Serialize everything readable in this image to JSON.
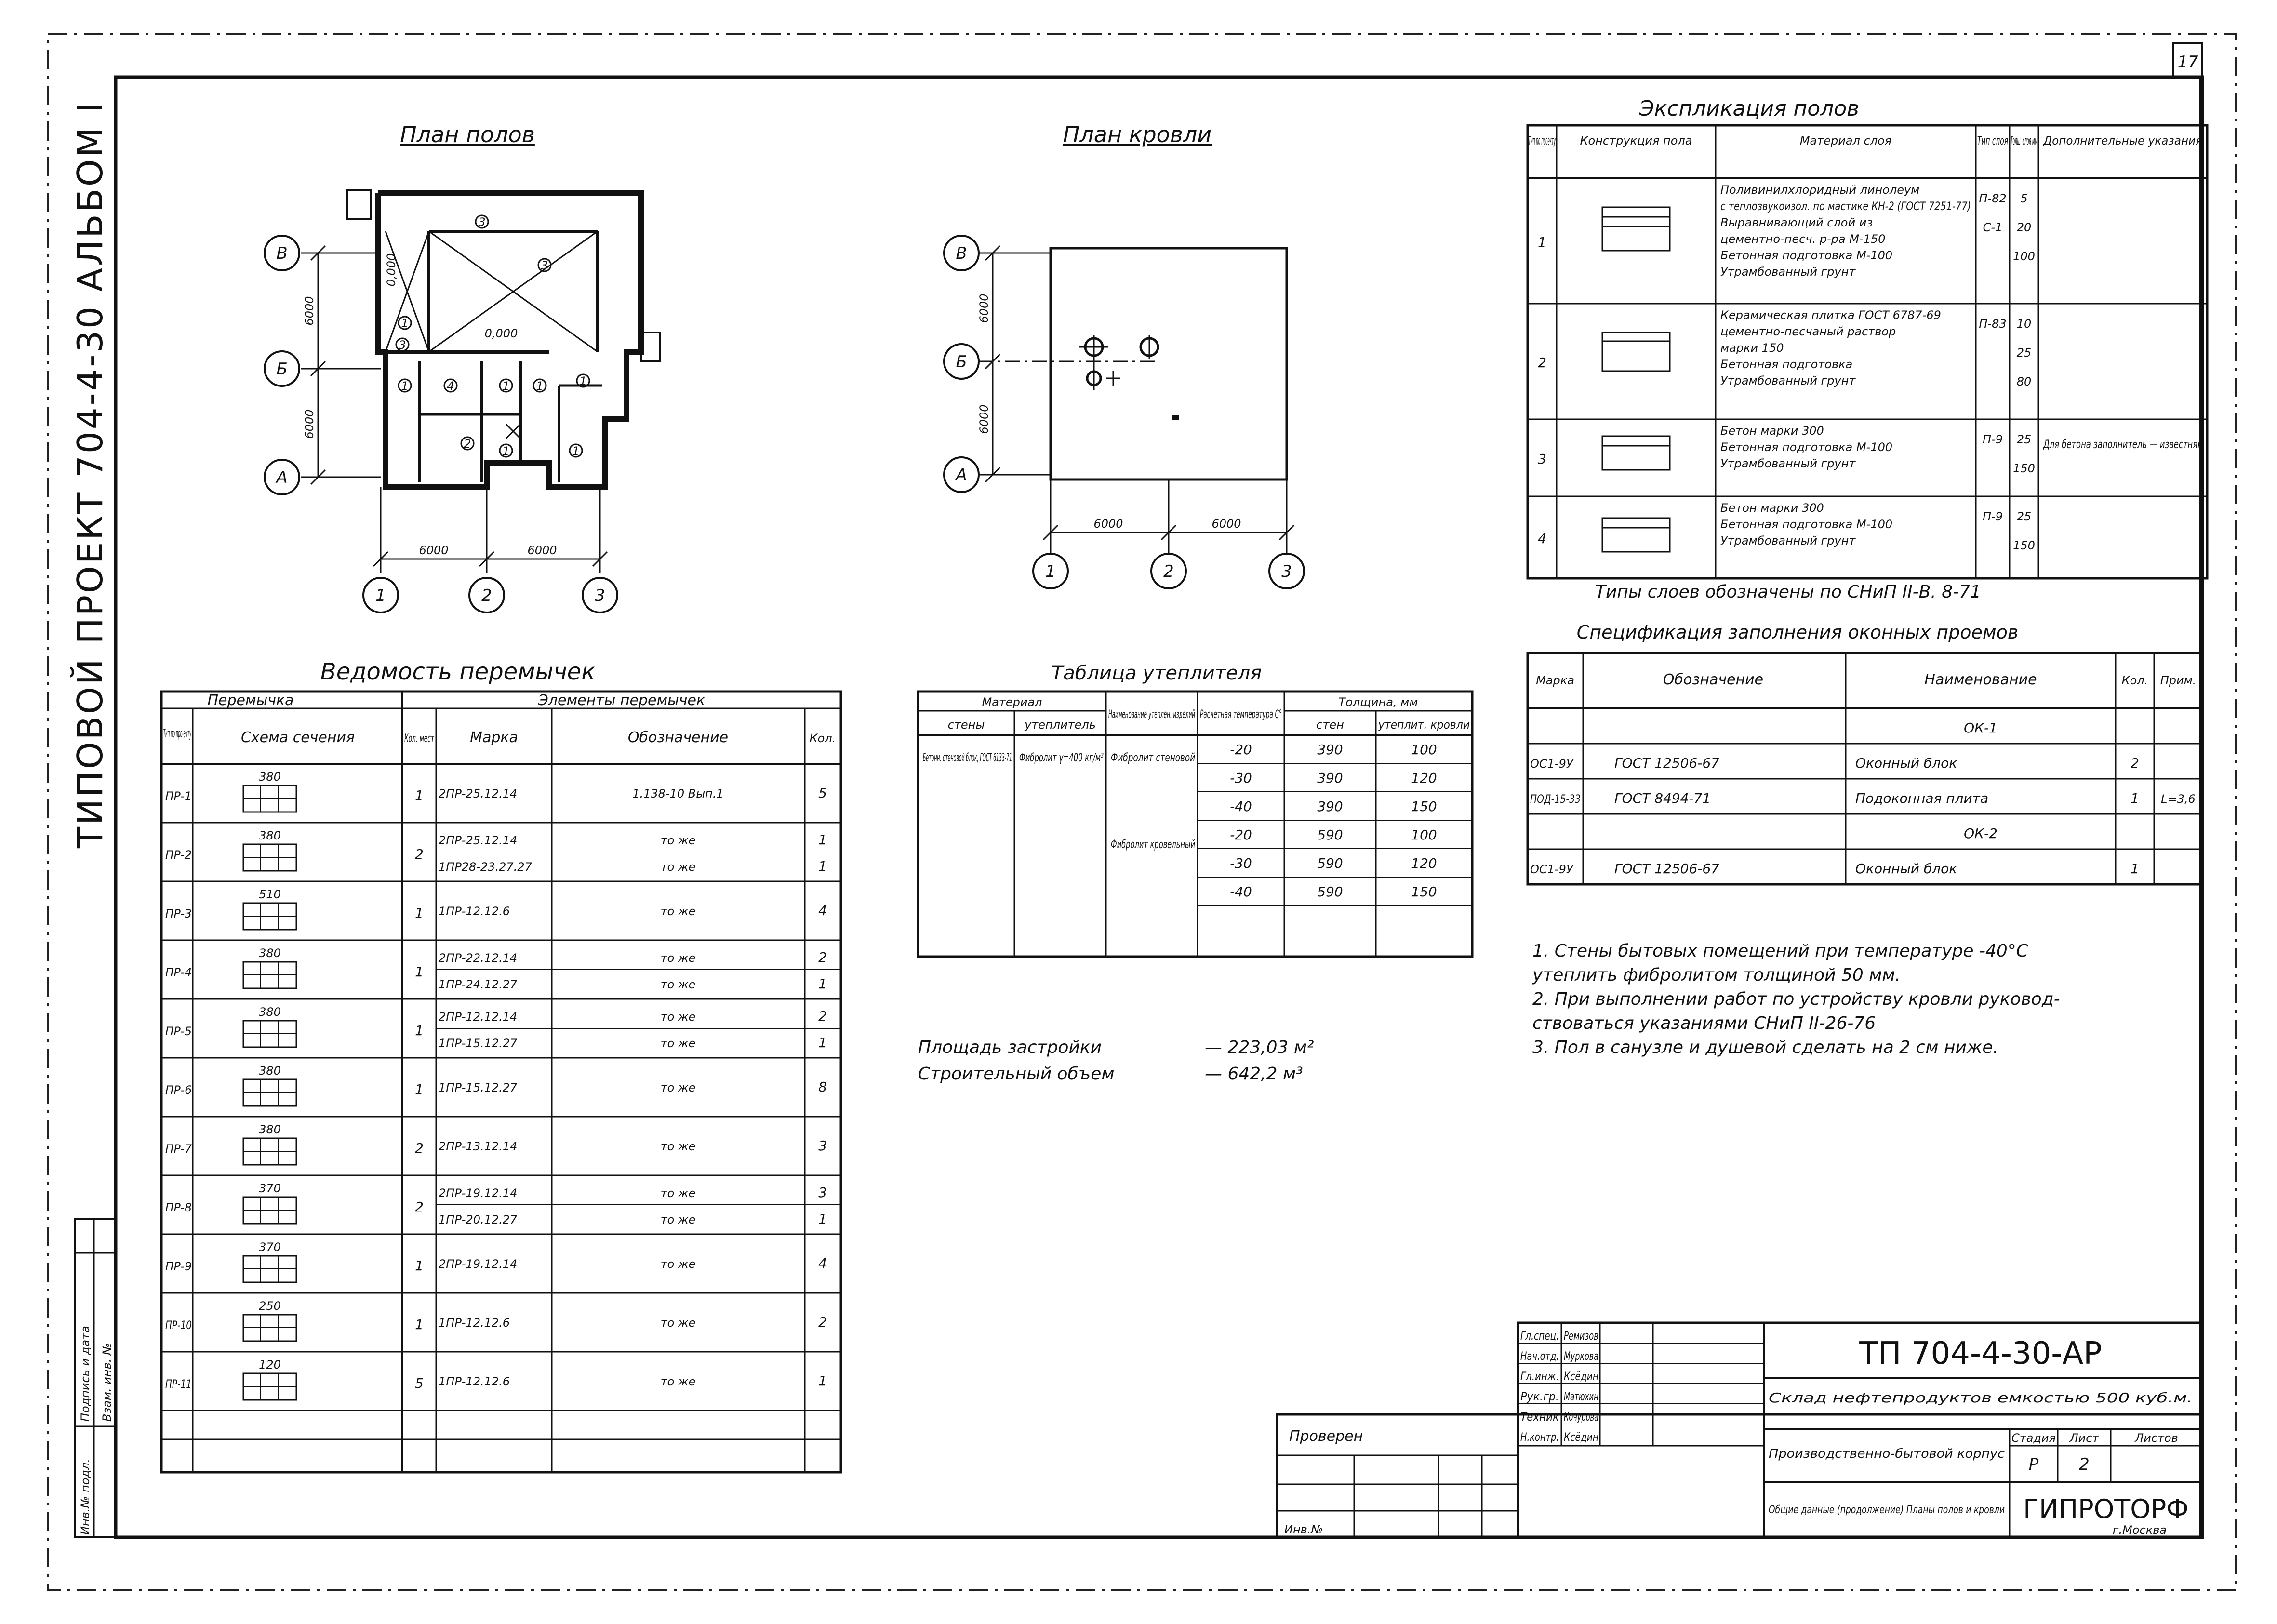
{
  "sheet_number": "17",
  "side_stamp": "ТИПОВОЙ ПРОЕКТ 704-4-30 АЛЬБОМ I",
  "side_strip_labels": [
    "Инв.№ подл.",
    "Подпись и дата",
    "Взам. инв. №"
  ],
  "floor_plan": {
    "title": "План полов",
    "axes_h": [
      "В",
      "Б",
      "А"
    ],
    "axes_v": [
      "1",
      "2",
      "3"
    ],
    "dims_v": [
      "6000",
      "6000"
    ],
    "dims_h": [
      "6000",
      "6000"
    ],
    "room_marks": [
      "3",
      "3",
      "3",
      "1",
      "4",
      "2",
      "1",
      "1",
      "1",
      "1",
      "1",
      "1"
    ],
    "level_marks": [
      "0,000",
      "0,000"
    ]
  },
  "roof_plan": {
    "title": "План кровли",
    "axes_h": [
      "В",
      "Б",
      "А"
    ],
    "axes_v": [
      "1",
      "2",
      "3"
    ],
    "dims_v": [
      "6000",
      "6000"
    ],
    "dims_h": [
      "6000",
      "6000"
    ]
  },
  "floor_expl": {
    "title": "Экспликация полов",
    "headers": [
      "Тип по проекту",
      "Конструкция пола",
      "Материал слоя",
      "Тип слоя",
      "Толщ. слоя мм",
      "Дополнительные указания"
    ],
    "rows": [
      {
        "type": "1",
        "materials": [
          "Поливинилхлоридный линолеум",
          "с теплозвукоизол. по мастике КН-2 (ГОСТ 7251-77)",
          "Выравнивающий слой из",
          "цементно-песч. р-ра М-150",
          "Бетонная подготовка М-100",
          "Утрамбованный грунт"
        ],
        "layer_types": [
          "П-82",
          "С-1"
        ],
        "thickness": [
          "5",
          "20",
          "100"
        ],
        "notes": ""
      },
      {
        "type": "2",
        "materials": [
          "Керамическая плитка ГОСТ 6787-69",
          "цементно-песчаный раствор",
          "марки 150",
          "Бетонная подготовка",
          "Утрамбованный грунт"
        ],
        "layer_types": [
          "П-83"
        ],
        "thickness": [
          "10",
          "25",
          "80"
        ],
        "notes": ""
      },
      {
        "type": "3",
        "materials": [
          "Бетон марки 300",
          "Бетонная подготовка М-100",
          "Утрамбованный грунт"
        ],
        "layer_types": [
          "П-9"
        ],
        "thickness": [
          "25",
          "150"
        ],
        "notes": "Для бетона заполнитель — известняк"
      },
      {
        "type": "4",
        "materials": [
          "Бетон марки 300",
          "Бетонная подготовка М-100",
          "Утрамбованный грунт"
        ],
        "layer_types": [
          "П-9"
        ],
        "thickness": [
          "25",
          "150"
        ],
        "notes": ""
      }
    ],
    "footnote": "Типы слоев обозначены по СНиП II-В. 8-71"
  },
  "window_spec": {
    "title": "Спецификация заполнения оконных проемов",
    "headers": [
      "Марка",
      "Обозначение",
      "Наименование",
      "Кол.",
      "Прим."
    ],
    "rows": [
      {
        "mark": "",
        "designation": "",
        "name": "ОК-1",
        "qty": "",
        "note": "",
        "section": true
      },
      {
        "mark": "ОС1-9У",
        "designation": "ГОСТ 12506-67",
        "name": "Оконный блок",
        "qty": "2",
        "note": "",
        "section": false
      },
      {
        "mark": "ПОД-15-33",
        "designation": "ГОСТ 8494-71",
        "name": "Подоконная плита",
        "qty": "1",
        "note": "L=3,6",
        "section": false
      },
      {
        "mark": "",
        "designation": "",
        "name": "ОК-2",
        "qty": "",
        "note": "",
        "section": true
      },
      {
        "mark": "ОС1-9У",
        "designation": "ГОСТ 12506-67",
        "name": "Оконный блок",
        "qty": "1",
        "note": "",
        "section": false
      }
    ]
  },
  "notes": [
    "1. Стены бытовых помещений при температуре -40°С",
    "утеплить фибролитом толщиной 50 мм.",
    "2. При выполнении работ по устройству кровли руковод-",
    "ствоваться указаниями СНиП II-26-76",
    "3. Пол в санузле и душевой сделать на 2 см ниже."
  ],
  "lintels": {
    "title": "Ведомость перемычек",
    "group_headers": [
      "Перемычка",
      "Элементы перемычек"
    ],
    "headers": [
      "Тип по про-екту",
      "Схема сечения",
      "Кол. мест",
      "Марка",
      "Обозначение",
      "Кол."
    ],
    "rows": [
      {
        "type": "ПР-1",
        "width": "380",
        "places": "1",
        "marks": [
          "2ПР-25.12.14"
        ],
        "designations": [
          "1.138-10 Вып.1"
        ],
        "counts": [
          "5"
        ]
      },
      {
        "type": "ПР-2",
        "width": "380",
        "places": "2",
        "marks": [
          "2ПР-25.12.14",
          "1ПР28-23.27.27"
        ],
        "designations": [
          "то же",
          "то же"
        ],
        "counts": [
          "1",
          "1"
        ]
      },
      {
        "type": "ПР-3",
        "width": "510",
        "places": "1",
        "marks": [
          "1ПР-12.12.6"
        ],
        "designations": [
          "то же"
        ],
        "counts": [
          "4"
        ]
      },
      {
        "type": "ПР-4",
        "width": "380",
        "places": "1",
        "marks": [
          "2ПР-22.12.14",
          "1ПР-24.12.27"
        ],
        "designations": [
          "то же",
          "то же"
        ],
        "counts": [
          "2",
          "1"
        ]
      },
      {
        "type": "ПР-5",
        "width": "380",
        "places": "1",
        "marks": [
          "2ПР-12.12.14",
          "1ПР-15.12.27"
        ],
        "designations": [
          "то же",
          "то же"
        ],
        "counts": [
          "2",
          "1"
        ]
      },
      {
        "type": "ПР-6",
        "width": "380",
        "places": "1",
        "marks": [
          "1ПР-15.12.27"
        ],
        "designations": [
          "то же"
        ],
        "counts": [
          "8"
        ]
      },
      {
        "type": "ПР-7",
        "width": "380",
        "places": "2",
        "marks": [
          "2ПР-13.12.14"
        ],
        "designations": [
          "то же"
        ],
        "counts": [
          "3"
        ]
      },
      {
        "type": "ПР-8",
        "width": "370",
        "places": "2",
        "marks": [
          "2ПР-19.12.14",
          "1ПР-20.12.27"
        ],
        "designations": [
          "то же",
          "то же"
        ],
        "counts": [
          "3",
          "1"
        ]
      },
      {
        "type": "ПР-9",
        "width": "370",
        "places": "1",
        "marks": [
          "2ПР-19.12.14"
        ],
        "designations": [
          "то же"
        ],
        "counts": [
          "4"
        ]
      },
      {
        "type": "ПР-10",
        "width": "250",
        "places": "1",
        "marks": [
          "1ПР-12.12.6"
        ],
        "designations": [
          "то же"
        ],
        "counts": [
          "2"
        ]
      },
      {
        "type": "ПР-11",
        "width": "120",
        "places": "5",
        "marks": [
          "1ПР-12.12.6"
        ],
        "designations": [
          "то же"
        ],
        "counts": [
          "1"
        ]
      }
    ]
  },
  "insulation": {
    "title": "Таблица утеплителя",
    "group_headers": [
      "Материал",
      "Толщина, мм"
    ],
    "headers": [
      "стены",
      "утеплитель",
      "Наименование утеплен. изделий",
      "Расчетная температура С°",
      "стен",
      "утеплит. кровли"
    ],
    "material_wall": "Бетонн. стеновой блок, ГОСТ 6133-71",
    "insulation_material": "Фибролит γ=400 кг/м³",
    "items": [
      "Фибролит стеновой",
      "Фибролит кровельный"
    ],
    "rows": [
      [
        "-20",
        "390",
        "100"
      ],
      [
        "-30",
        "390",
        "120"
      ],
      [
        "-40",
        "390",
        "150"
      ],
      [
        "-20",
        "590",
        "100"
      ],
      [
        "-30",
        "590",
        "120"
      ],
      [
        "-40",
        "590",
        "150"
      ]
    ]
  },
  "area": [
    {
      "label": "Площадь застройки",
      "value": "— 223,03 м²"
    },
    {
      "label": "Строительный объем",
      "value": "— 642,2 м³"
    }
  ],
  "title_block": {
    "project_code": "ТП 704-4-30-АР",
    "object_name": "Склад нефтепродуктов емкостью 500 куб.м.",
    "building": "Производственно-бытовой корпус",
    "sheet_name": "Общие данные (продолжение) Планы полов и кровли",
    "stage_label": "Стадия",
    "sheet_label": "Лист",
    "sheets_label": "Листов",
    "stage": "Р",
    "sheet": "2",
    "sheets": "",
    "org": "ГИПРОТОРФ",
    "city": "г.Москва",
    "roles": [
      "Гл.спец.",
      "Нач.отд.",
      "Гл.инж.",
      "Рук.гр.",
      "Техник",
      "Н.контр."
    ],
    "names": [
      "Ремизов",
      "Муркова",
      "Ксёдин",
      "Матюхин",
      "Кочурова",
      "Ксёдин"
    ],
    "checked": "Проверен",
    "inv": "Инв.№"
  }
}
